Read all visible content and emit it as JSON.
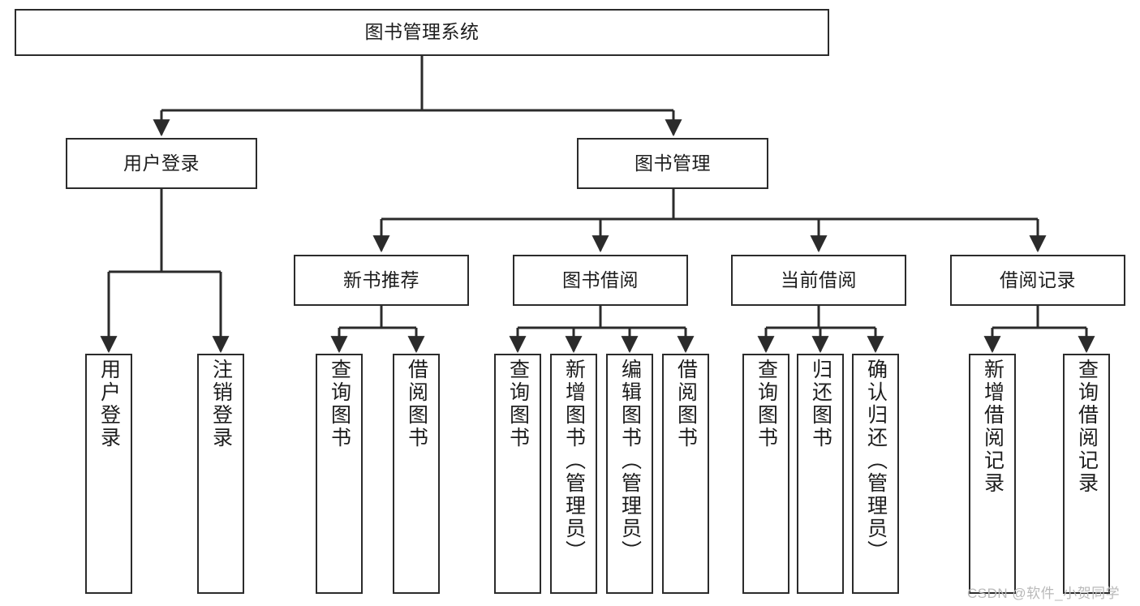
{
  "diagram": {
    "type": "tree",
    "title": "图书管理系统",
    "background_color": "#ffffff",
    "line_color": "#2b2b2b",
    "text_color": "#1d1d1d",
    "root": {
      "label": "图书管理系统"
    },
    "level2": [
      {
        "label": "用户登录"
      },
      {
        "label": "图书管理"
      }
    ],
    "level3": [
      {
        "label": "新书推荐"
      },
      {
        "label": "图书借阅"
      },
      {
        "label": "当前借阅"
      },
      {
        "label": "借阅记录"
      }
    ],
    "leaves": {
      "user_login": [
        {
          "label": "用户登录"
        },
        {
          "label": "注销登录"
        }
      ],
      "new_book_recommend": [
        {
          "label": "查询图书"
        },
        {
          "label": "借阅图书"
        }
      ],
      "book_borrow": [
        {
          "label": "查询图书"
        },
        {
          "label": "新增图书（管理员）"
        },
        {
          "label": "编辑图书（管理员）"
        },
        {
          "label": "借阅图书"
        }
      ],
      "current_borrow": [
        {
          "label": "查询图书"
        },
        {
          "label": "归还图书"
        },
        {
          "label": "确认归还（管理员）"
        }
      ],
      "borrow_record": [
        {
          "label": "新增借阅记录"
        },
        {
          "label": "查询借阅记录"
        }
      ]
    }
  },
  "watermark": {
    "text": "CSDN @软件_小贺同学",
    "color": "#b9b9b9"
  }
}
